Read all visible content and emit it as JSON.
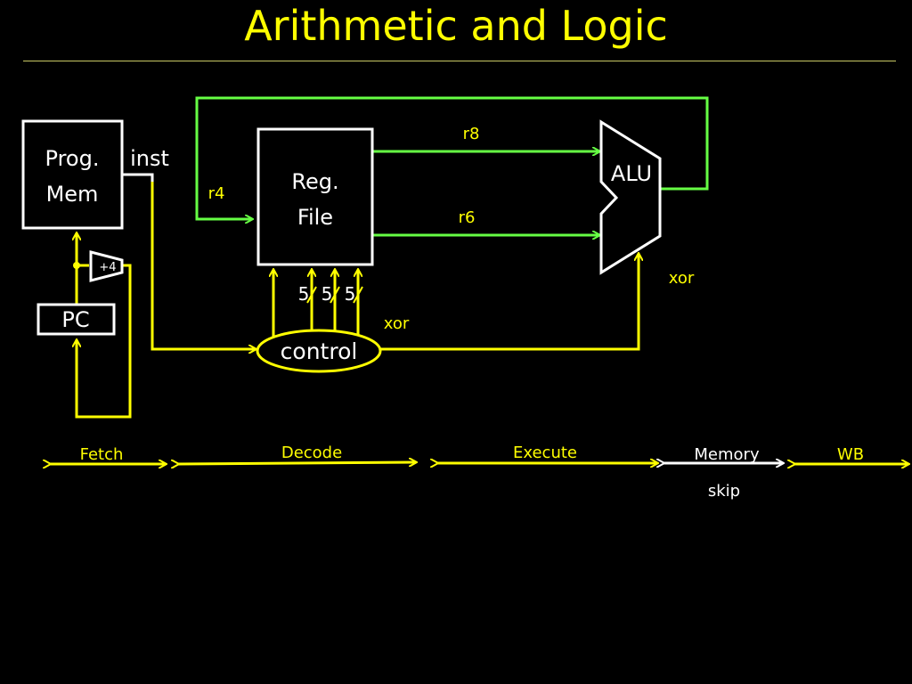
{
  "title": "Arithmetic and Logic",
  "colors": {
    "background": "#000000",
    "yellow": "#ffff00",
    "green": "#66ff44",
    "white": "#ffffff",
    "rule": "#c8c864"
  },
  "blocks": {
    "prog_mem": [
      "Prog.",
      "Mem"
    ],
    "reg_file": [
      "Reg.",
      "File"
    ],
    "alu": "ALU",
    "pc": "PC",
    "adder": "+4",
    "control": "control"
  },
  "signals": {
    "inst": "inst",
    "r4": "r4",
    "r8": "r8",
    "r6": "r6",
    "xor_control": "xor",
    "xor_alu": "xor",
    "reg_select_widths": [
      "5",
      "5",
      "5"
    ]
  },
  "stages": {
    "fetch": "Fetch",
    "decode": "Decode",
    "execute": "Execute",
    "memory": "Memory",
    "memory_note": "skip",
    "wb": "WB"
  }
}
